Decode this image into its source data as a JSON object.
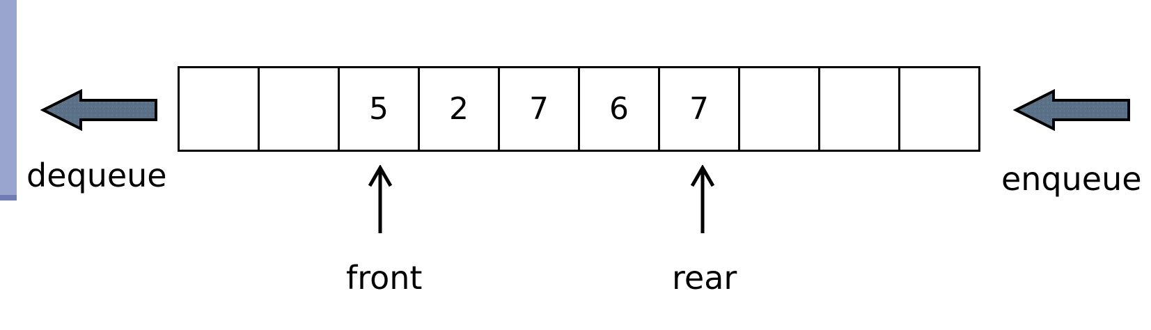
{
  "colors": {
    "side_bar": "#9aa5cf",
    "side_bar_shade": "#6f7db3",
    "arrow_fill": "#5a7187",
    "arrow_stroke": "#000000"
  },
  "queue": {
    "cells": [
      "",
      "",
      "5",
      "2",
      "7",
      "6",
      "7",
      "",
      "",
      ""
    ]
  },
  "labels": {
    "dequeue": "dequeue",
    "enqueue": "enqueue",
    "front": "front",
    "rear": "rear"
  },
  "icons": {
    "dequeue_arrow": "left-block-arrow-icon",
    "enqueue_arrow": "left-block-arrow-icon",
    "front_pointer": "up-arrow-icon",
    "rear_pointer": "up-arrow-icon"
  }
}
